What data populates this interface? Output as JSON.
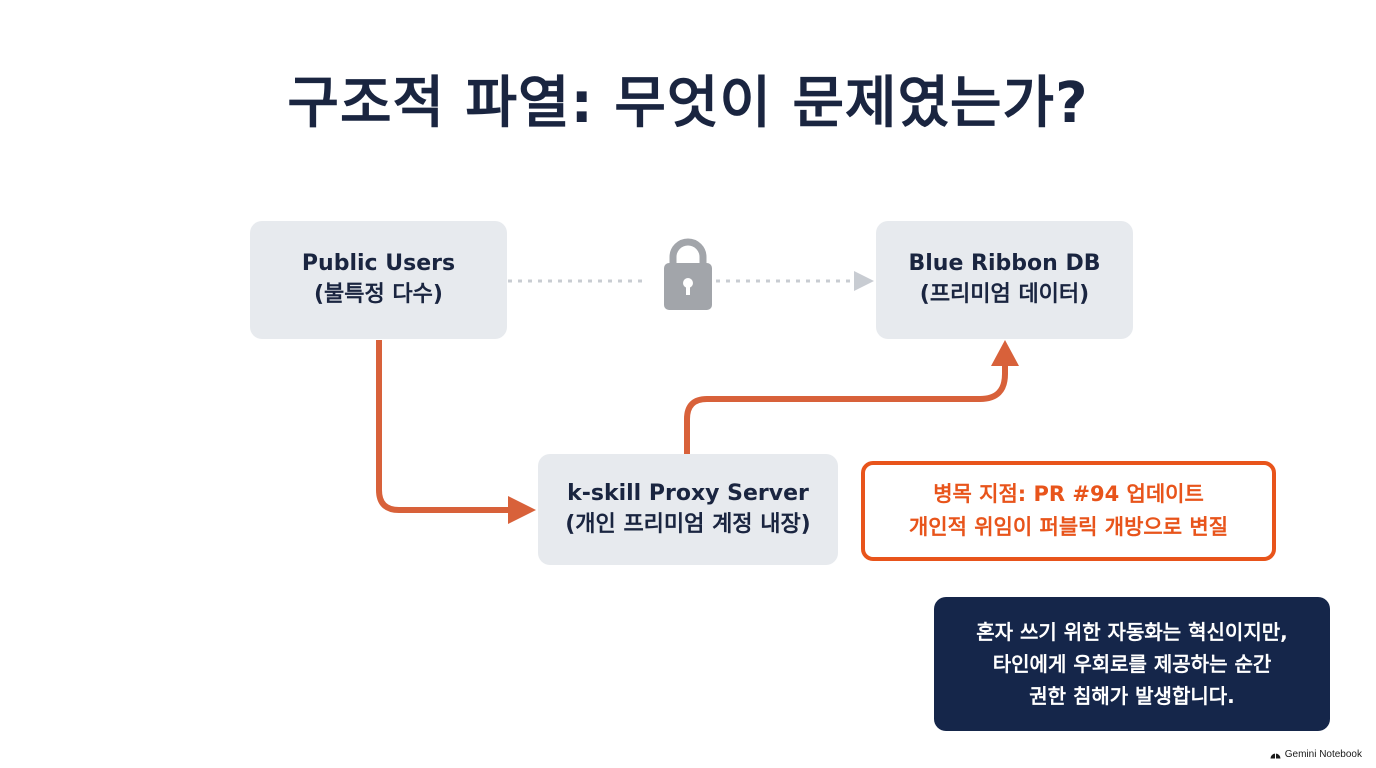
{
  "title": "구조적 파열: 무엇이 문제였는가?",
  "nodes": {
    "users": {
      "line1": "Public Users",
      "line2": "(불특정 다수)"
    },
    "db": {
      "line1": "Blue Ribbon DB",
      "line2": "(프리미엄 데이터)"
    },
    "proxy": {
      "line1": "k-skill Proxy Server",
      "line2": "(개인 프리미엄 계정 내장)"
    }
  },
  "bottleneck": {
    "line1": "병목 지점: PR #94 업데이트",
    "line2": "개인적 위임이 퍼블릭 개방으로 변질"
  },
  "callout": {
    "line1": "혼자 쓰기 위한 자동화는 혁신이지만,",
    "line2": "타인에게 우회로를 제공하는 순간",
    "line3": "권한 침해가 발생합니다."
  },
  "watermark": "Gemini Notebook",
  "icons": {
    "lock": "lock-icon",
    "watermark": "notebook-icon"
  },
  "colors": {
    "title": "#1a2540",
    "node_bg": "#e7eaee",
    "flow_arrow": "#d8613a",
    "blocked_arrow": "#c8ccd2",
    "lock": "#a2a5aa",
    "bottleneck": "#e8541b",
    "callout_bg": "#15264a"
  }
}
